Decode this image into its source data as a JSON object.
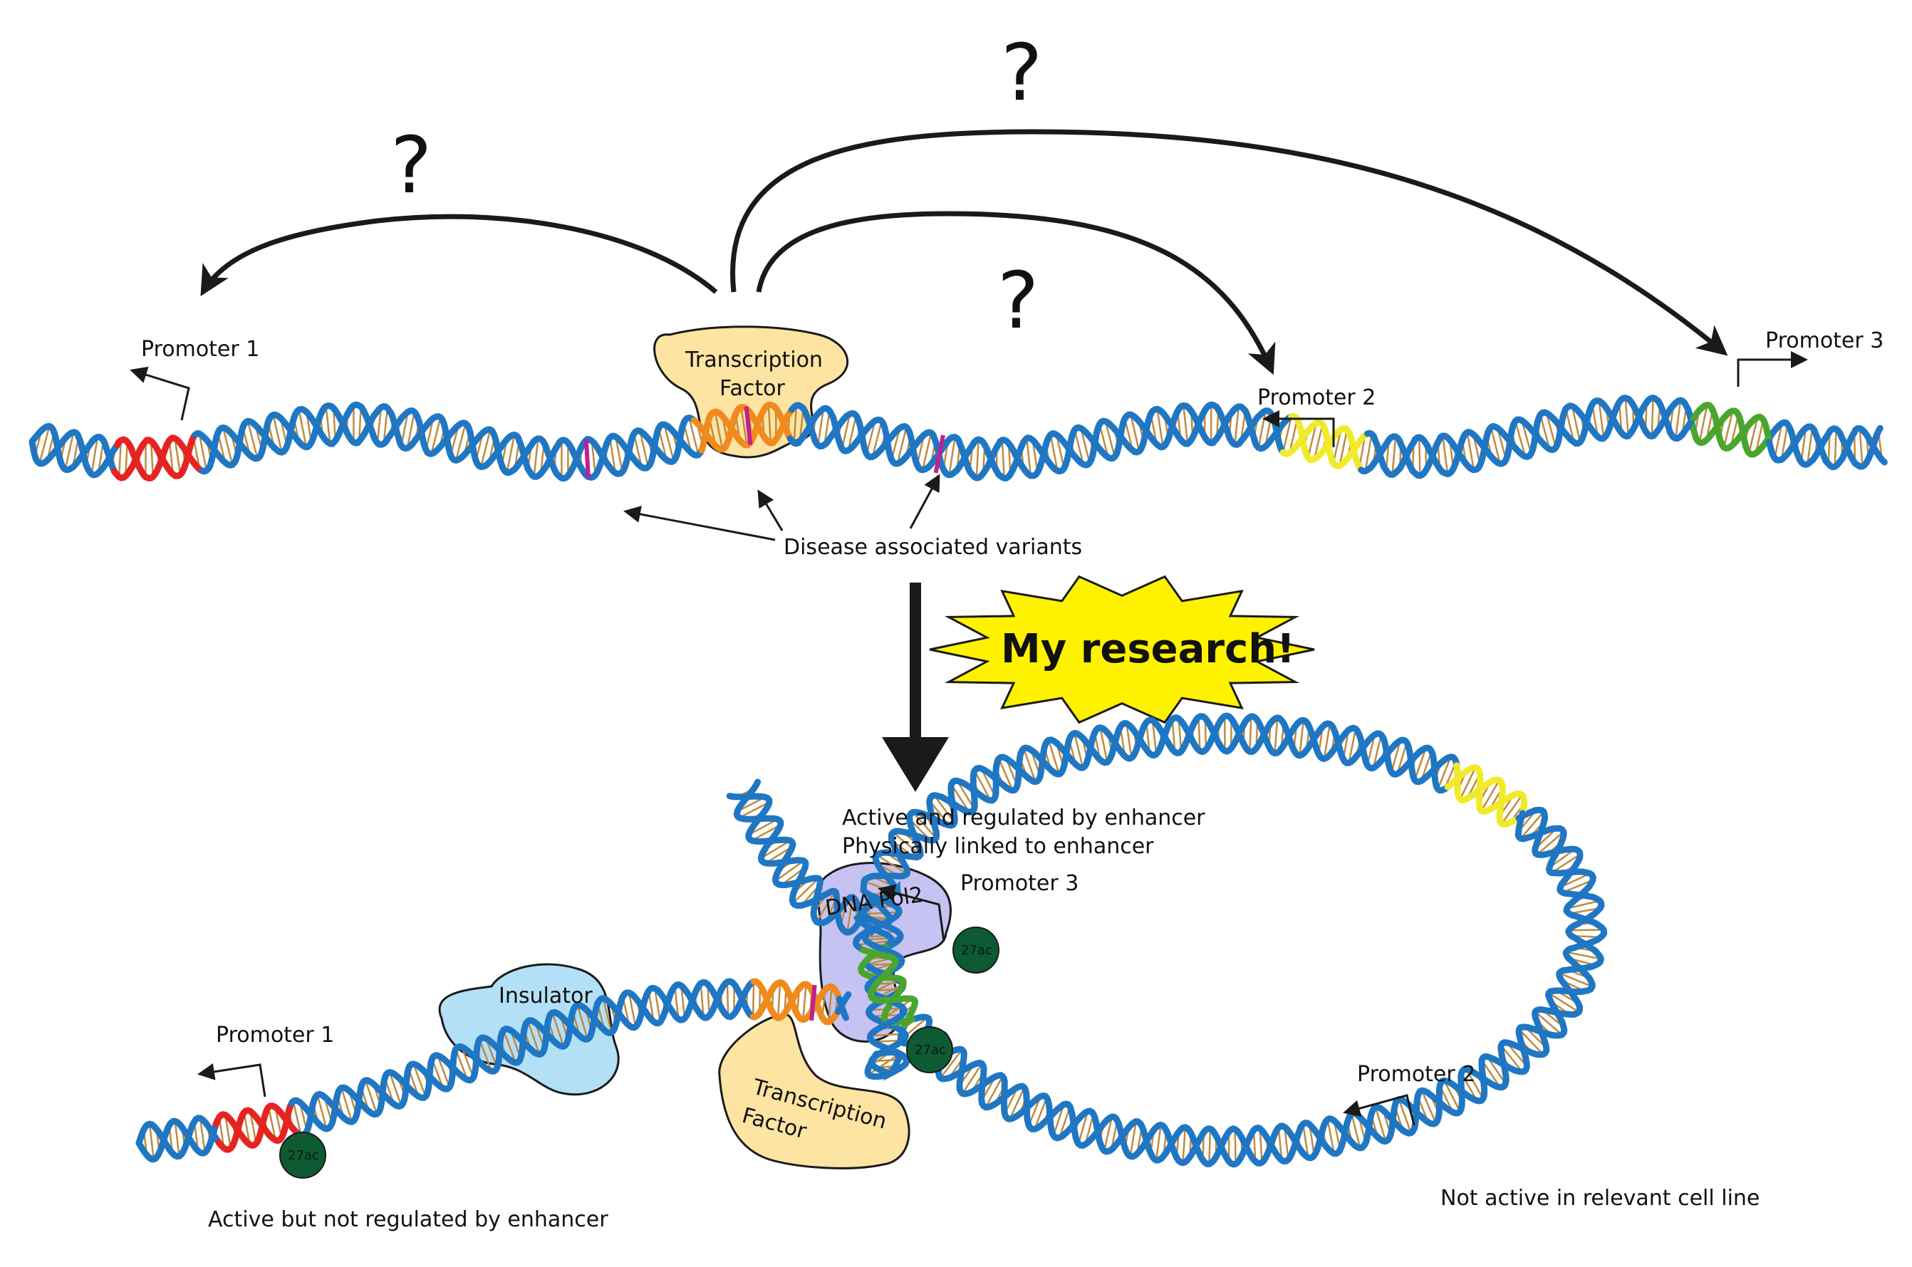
{
  "labels": {
    "top_promoter_1": "Promoter 1",
    "top_promoter_2": "Promoter 2",
    "top_promoter_3": "Promoter 3",
    "top_transcription_factor_line1": "Transcription",
    "top_transcription_factor_line2": "Factor",
    "disease_variants": "Disease associated variants",
    "question_mark": "?",
    "burst": "My research!",
    "active_regulated_line1": "Active and regulated by enhancer",
    "active_regulated_line2": "Physically linked to enhancer",
    "bottom_promoter_1": "Promoter 1",
    "bottom_promoter_2": "Promoter 2",
    "bottom_promoter_3": "Promoter 3",
    "dna_pol2": "DNA Pol2",
    "insulator": "Insulator",
    "bottom_transcription_factor_line1": "Transcription",
    "bottom_transcription_factor_line2": "Factor",
    "histone_mark": "27ac",
    "active_not_regulated": "Active but not regulated by enhancer",
    "not_active": "Not active in relevant cell line"
  },
  "colors": {
    "dna_backbone": "#1f77c4",
    "dna_rungs": "#c08a3e",
    "promoter_1": "#e52421",
    "promoter_2": "#f0ea2a",
    "promoter_3": "#4aa52e",
    "enhancer": "#f08a1c",
    "variant": "#c0208f",
    "transcription_factor": "#fde4a3",
    "insulator": "#b3e0f7",
    "dna_pol2": "#c6c3f3",
    "histone_chip": "#0e5a33",
    "burst": "#fff200"
  }
}
